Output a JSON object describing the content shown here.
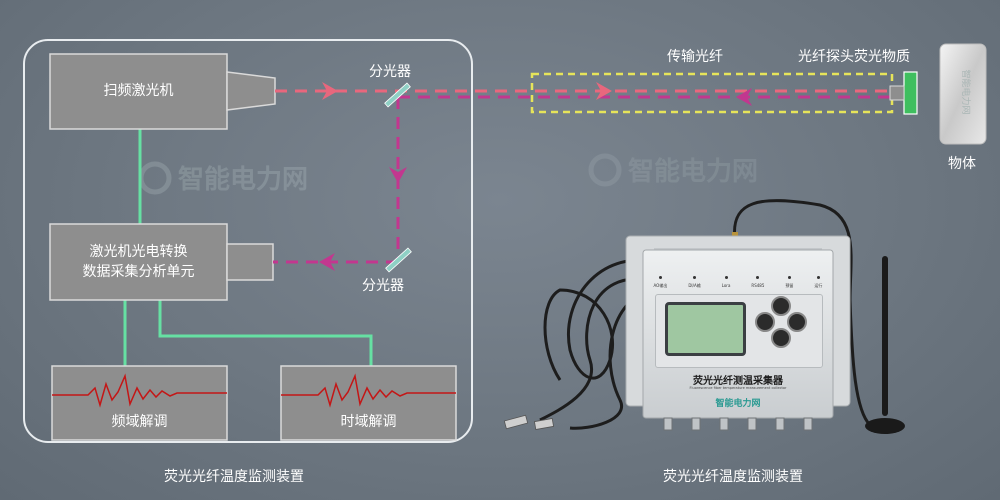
{
  "labels": {
    "laser": "扫频激光机",
    "converter_line1": "激光机光电转换",
    "converter_line2": "数据采集分析单元",
    "freq_demod": "频域解调",
    "time_demod": "时域解调",
    "splitter_top": "分光器",
    "splitter_bottom": "分光器",
    "fiber": "传输光纤",
    "probe": "光纤探头荧光物质",
    "object": "物体",
    "system_caption": "荧光光纤温度监测装置",
    "device_caption": "荧光光纤温度监测装置",
    "device_front_title": "荧光光纤测温采集器",
    "device_front_subtitle": "Fluorescence fiber temperature measurement collector",
    "device_logo": "智能电力网",
    "watermark": "智能电力网"
  },
  "device_leds": [
    "AO输出",
    "DI/A输",
    "Lora",
    "RS485",
    "预留",
    "运行"
  ],
  "colors": {
    "background": "#6d7781",
    "box_fill": "#8e8e8e",
    "frame": "#e8ecef",
    "link_green": "#66e0a3",
    "beam_magenta": "#c2378f",
    "beam_pink": "#e8677d",
    "fiber_highlight": "#e6e45a",
    "probe_green": "#3fbf5f",
    "waveform_red": "#c41616"
  }
}
